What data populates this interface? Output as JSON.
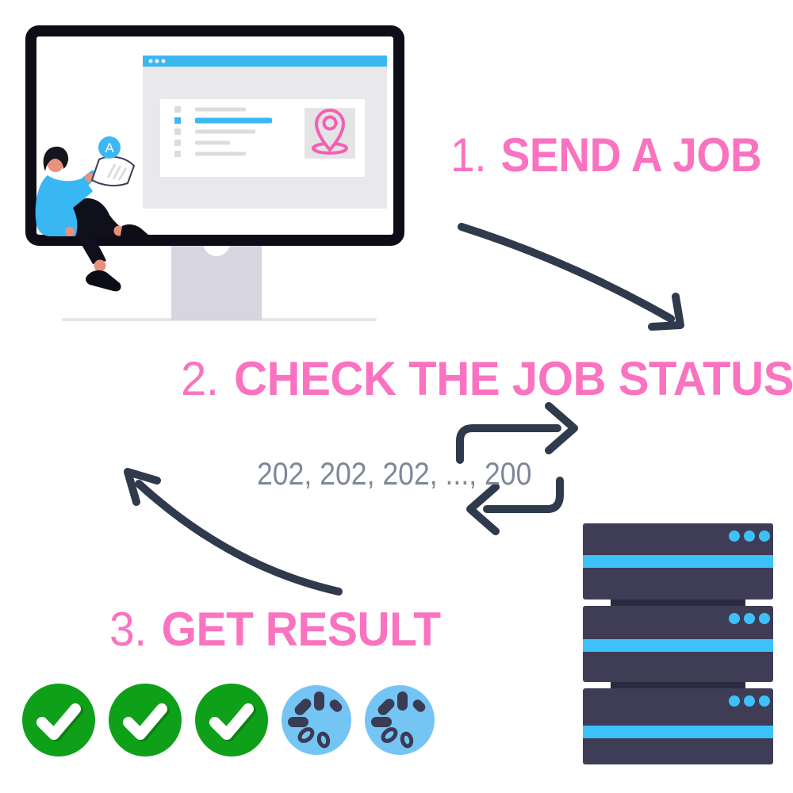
{
  "steps": [
    {
      "number": "1.",
      "label": "SEND A JOB"
    },
    {
      "number": "2.",
      "label": "CHECK THE JOB STATUS"
    },
    {
      "number": "3.",
      "label": "GET RESULT"
    }
  ],
  "status_codes_text": "202, 202, 202, ..., 200",
  "client": {
    "badge_letter": "A"
  },
  "results": {
    "icons": [
      "success-check",
      "success-check",
      "success-check",
      "loading-spinner",
      "loading-spinner"
    ]
  },
  "server": {
    "units": 3,
    "leds_per_unit": 3
  },
  "colors": {
    "pink": "#f973c0",
    "accent_blue": "#3bb8f2",
    "spinner_blue": "#74c5f3",
    "arrow_navy": "#2f3a4c",
    "server_slate": "#3f3d56",
    "server_dark": "#2b2a3f",
    "server_stripe_blue": "#3cc1f8",
    "success_green": "#0fa01a",
    "codes_gray": "#7e8798",
    "pin_pink": "#f45fb2"
  }
}
